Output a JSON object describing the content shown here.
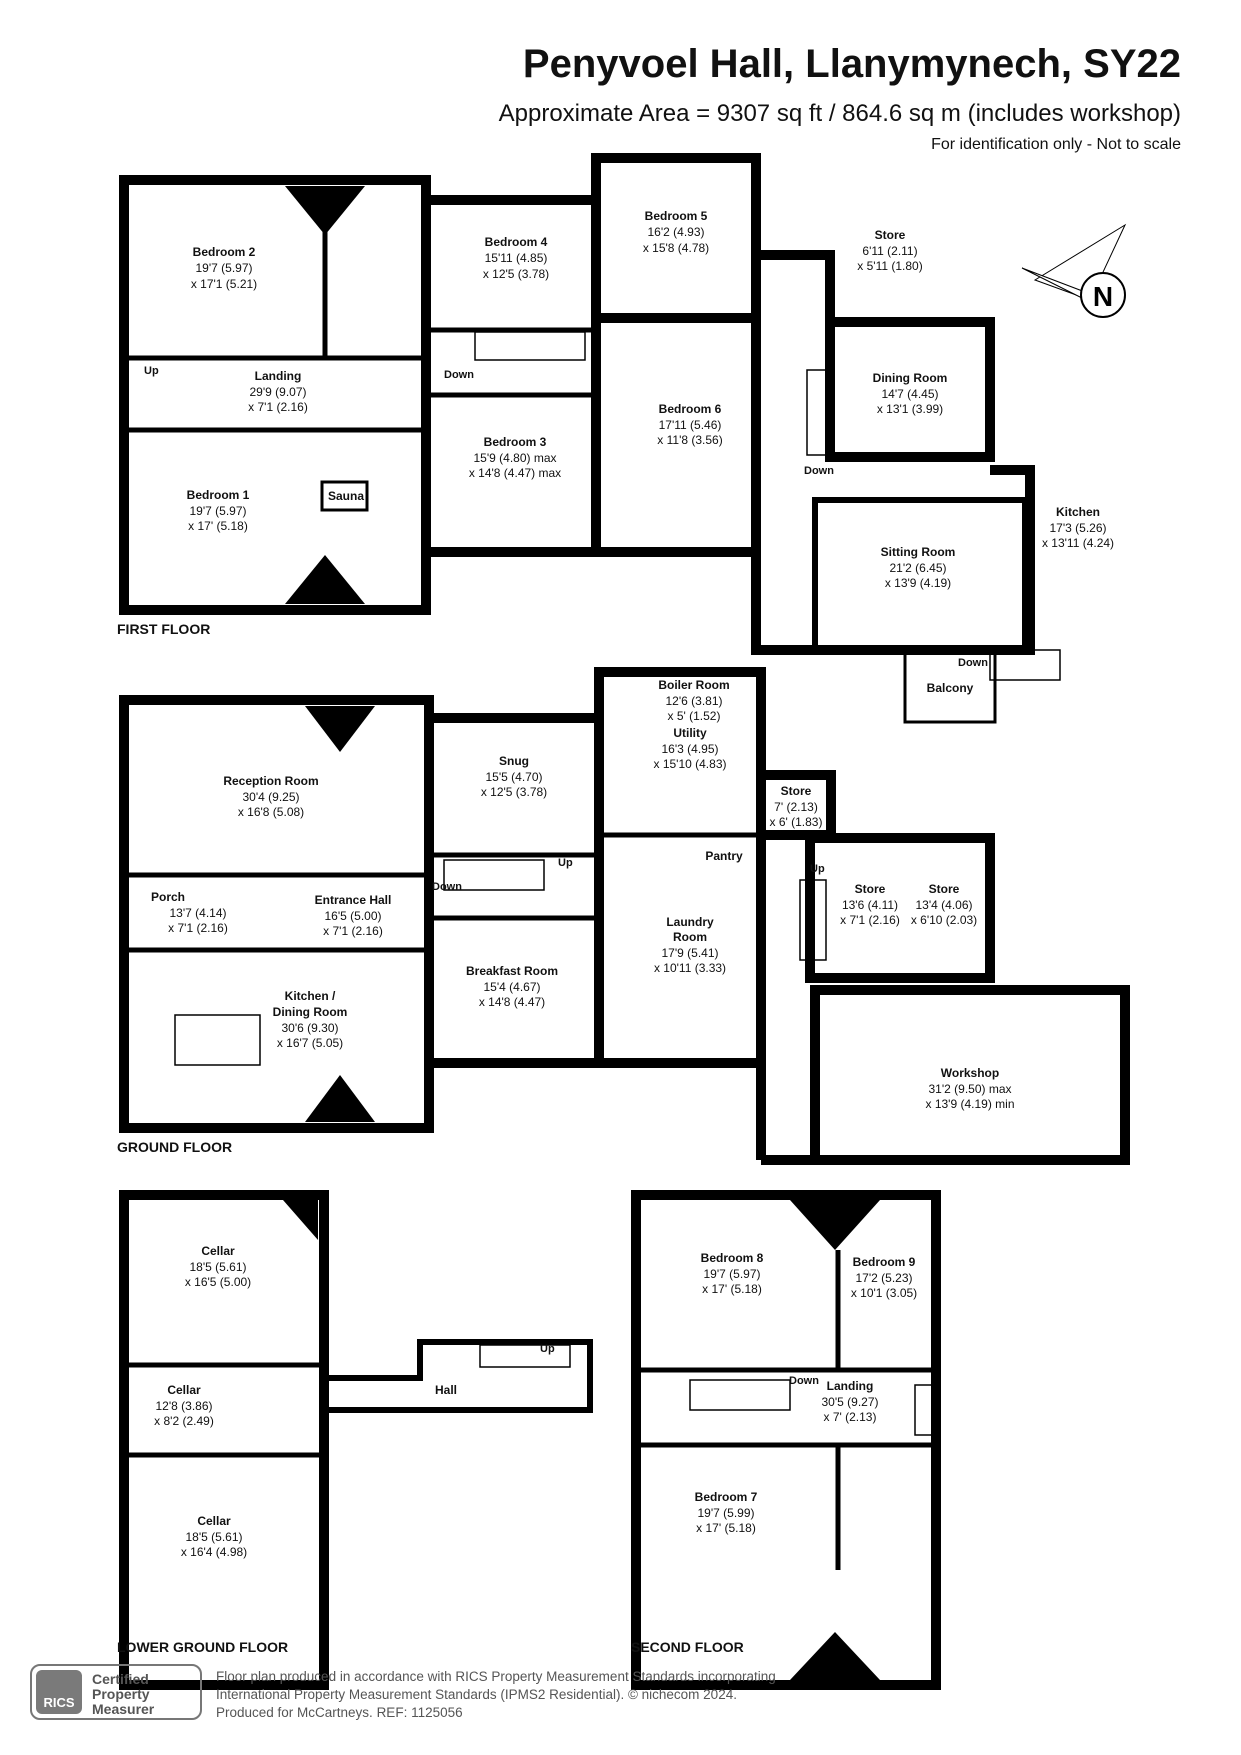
{
  "header": {
    "title": "Penyvoel Hall, Llanymynech, SY22",
    "area": "Approximate Area = 9307 sq ft / 864.6 sq m (includes workshop)",
    "note": "For identification only - Not to scale"
  },
  "compass": {
    "letter": "N"
  },
  "floors": {
    "first": "FIRST FLOOR",
    "ground": "GROUND FLOOR",
    "lower_ground": "LOWER GROUND FLOOR",
    "second": "SECOND FLOOR"
  },
  "rooms": {
    "bedroom2": {
      "name": "Bedroom 2",
      "d1": "19'7 (5.97)",
      "d2": "x 17'1 (5.21)"
    },
    "bedroom4": {
      "name": "Bedroom 4",
      "d1": "15'11 (4.85)",
      "d2": "x 12'5 (3.78)"
    },
    "bedroom5": {
      "name": "Bedroom 5",
      "d1": "16'2 (4.93)",
      "d2": "x 15'8 (4.78)"
    },
    "store_ff": {
      "name": "Store",
      "d1": "6'11 (2.11)",
      "d2": "x 5'11 (1.80)"
    },
    "landing_ff": {
      "name": "Landing",
      "d1": "29'9 (9.07)",
      "d2": "x 7'1 (2.16)"
    },
    "dining": {
      "name": "Dining Room",
      "d1": "14'7 (4.45)",
      "d2": "x 13'1 (3.99)"
    },
    "bedroom3": {
      "name": "Bedroom 3",
      "d1": "15'9 (4.80) max",
      "d2": "x 14'8 (4.47) max"
    },
    "bedroom6": {
      "name": "Bedroom 6",
      "d1": "17'11 (5.46)",
      "d2": "x 11'8 (3.56)"
    },
    "bedroom1": {
      "name": "Bedroom 1",
      "d1": "19'7 (5.97)",
      "d2": "x 17' (5.18)"
    },
    "sauna": {
      "name": "Sauna"
    },
    "kitchen_ff": {
      "name": "Kitchen",
      "d1": "17'3 (5.26)",
      "d2": "x 13'11 (4.24)"
    },
    "sitting": {
      "name": "Sitting Room",
      "d1": "21'2 (6.45)",
      "d2": "x 13'9 (4.19)"
    },
    "balcony": {
      "name": "Balcony"
    },
    "reception": {
      "name": "Reception Room",
      "d1": "30'4 (9.25)",
      "d2": "x 16'8 (5.08)"
    },
    "snug": {
      "name": "Snug",
      "d1": "15'5 (4.70)",
      "d2": "x 12'5 (3.78)"
    },
    "boiler": {
      "name": "Boiler Room",
      "d1": "12'6 (3.81)",
      "d2": "x 5' (1.52)"
    },
    "utility": {
      "name": "Utility",
      "d1": "16'3 (4.95)",
      "d2": "x 15'10 (4.83)"
    },
    "store_gf1": {
      "name": "Store",
      "d1": "7' (2.13)",
      "d2": "x 6' (1.83)"
    },
    "pantry": {
      "name": "Pantry"
    },
    "porch": {
      "name": "Porch",
      "d1": "13'7 (4.14)",
      "d2": "x 7'1 (2.16)"
    },
    "entrance": {
      "name": "Entrance Hall",
      "d1": "16'5 (5.00)",
      "d2": "x 7'1 (2.16)"
    },
    "store_gf2": {
      "name": "Store",
      "d1": "13'6 (4.11)",
      "d2": "x 7'1 (2.16)"
    },
    "store_gf3": {
      "name": "Store",
      "d1": "13'4 (4.06)",
      "d2": "x 6'10 (2.03)"
    },
    "laundry": {
      "name": "Laundry",
      "name2": "Room",
      "d1": "17'9 (5.41)",
      "d2": "x 10'11 (3.33)"
    },
    "kitchen_gf": {
      "name": "Kitchen /",
      "name2": "Dining Room",
      "d1": "30'6 (9.30)",
      "d2": "x 16'7 (5.05)"
    },
    "breakfast": {
      "name": "Breakfast Room",
      "d1": "15'4 (4.67)",
      "d2": "x 14'8 (4.47)"
    },
    "workshop": {
      "name": "Workshop",
      "d1": "31'2 (9.50) max",
      "d2": "x 13'9 (4.19) min"
    },
    "cellar1": {
      "name": "Cellar",
      "d1": "18'5 (5.61)",
      "d2": "x 16'5 (5.00)"
    },
    "cellar2": {
      "name": "Cellar",
      "d1": "12'8 (3.86)",
      "d2": "x 8'2 (2.49)"
    },
    "cellar3": {
      "name": "Cellar",
      "d1": "18'5 (5.61)",
      "d2": "x 16'4 (4.98)"
    },
    "hall_lg": {
      "name": "Hall"
    },
    "bedroom8": {
      "name": "Bedroom 8",
      "d1": "19'7 (5.97)",
      "d2": "x 17' (5.18)"
    },
    "bedroom9": {
      "name": "Bedroom 9",
      "d1": "17'2 (5.23)",
      "d2": "x 10'1 (3.05)"
    },
    "landing_sf": {
      "name": "Landing",
      "d1": "30'5 (9.27)",
      "d2": "x 7' (2.13)"
    },
    "bedroom7": {
      "name": "Bedroom 7",
      "d1": "19'7 (5.99)",
      "d2": "x 17' (5.18)"
    }
  },
  "stairs_labels": {
    "up": "Up",
    "down": "Down"
  },
  "footer": {
    "line1": "Floor plan produced in accordance with RICS Property Measurement Standards incorporating",
    "line2": "International Property Measurement Standards (IPMS2 Residential).   © nichecom 2024.",
    "line3": "Produced for McCartneys.   REF: 1125056"
  },
  "badge": {
    "logo": "RICS",
    "line1": "Certified",
    "line2": "Property",
    "line3": "Measurer"
  }
}
